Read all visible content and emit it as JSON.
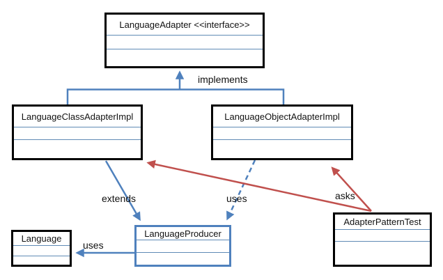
{
  "diagram": {
    "type": "uml-class-diagram",
    "classes": {
      "adapter": {
        "title": "LanguageAdapter <<interface>>",
        "stereotype": "interface",
        "compartments": 3
      },
      "class_impl": {
        "title": "LanguageClassAdapterImpl",
        "compartments": 3
      },
      "object_impl": {
        "title": "LanguageObjectAdapterImpl",
        "compartments": 3
      },
      "producer": {
        "title": "LanguageProducer",
        "compartments": 3
      },
      "language": {
        "title": "Language",
        "compartments": 3
      },
      "test": {
        "title": "AdapterPatternTest",
        "compartments": 3
      }
    },
    "relations": {
      "implements": {
        "label": "implements",
        "from": "LanguageClassAdapterImpl, LanguageObjectAdapterImpl",
        "to": "LanguageAdapter <<interface>>",
        "style": "solid-blue"
      },
      "extends": {
        "label": "extends",
        "from": "LanguageClassAdapterImpl",
        "to": "LanguageProducer",
        "style": "solid-blue"
      },
      "uses_object_producer": {
        "label": "uses",
        "from": "LanguageObjectAdapterImpl",
        "to": "LanguageProducer",
        "style": "dashed-blue"
      },
      "uses_producer_language": {
        "label": "uses",
        "from": "LanguageProducer",
        "to": "Language",
        "style": "solid-blue"
      },
      "asks": {
        "label": "asks",
        "from": "AdapterPatternTest",
        "to": "LanguageClassAdapterImpl, LanguageObjectAdapterImpl",
        "style": "solid-red"
      }
    },
    "colors": {
      "connector_blue": "#4F81BD",
      "connector_red": "#C0504D",
      "box_border": "#000000",
      "producer_border": "#4F81BD",
      "compartment_separator": "#5F8AB5",
      "background": "#FFFFFF"
    }
  }
}
